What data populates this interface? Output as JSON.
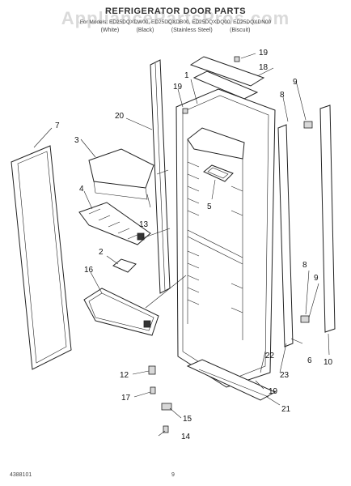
{
  "header": {
    "title": "REFRIGERATOR DOOR PARTS",
    "models": "For Models: ED25DQXDW00, ED25DQXDB00, ED25DQXDQ00, ED25DQXDN00",
    "colors": [
      "(White)",
      "(Black)",
      "(Stainless Steel)",
      "(Biscuit)"
    ],
    "watermark": "AppliancePartsPros.com"
  },
  "footer": {
    "doc_number": "4388101",
    "page": "9"
  },
  "callouts": {
    "n1": "1",
    "n2": "2",
    "n3": "3",
    "n4": "4",
    "n5": "5",
    "n6": "6",
    "n7": "7",
    "n8a": "8",
    "n8b": "8",
    "n9a": "9",
    "n9b": "9",
    "n10": "10",
    "n12": "12",
    "n13": "13",
    "n14": "14",
    "n15": "15",
    "n16": "16",
    "n17": "17",
    "n18": "18",
    "n19a": "19",
    "n19b": "19",
    "n19c": "19",
    "n20": "20",
    "n21": "21",
    "n22": "22",
    "n23": "23"
  }
}
